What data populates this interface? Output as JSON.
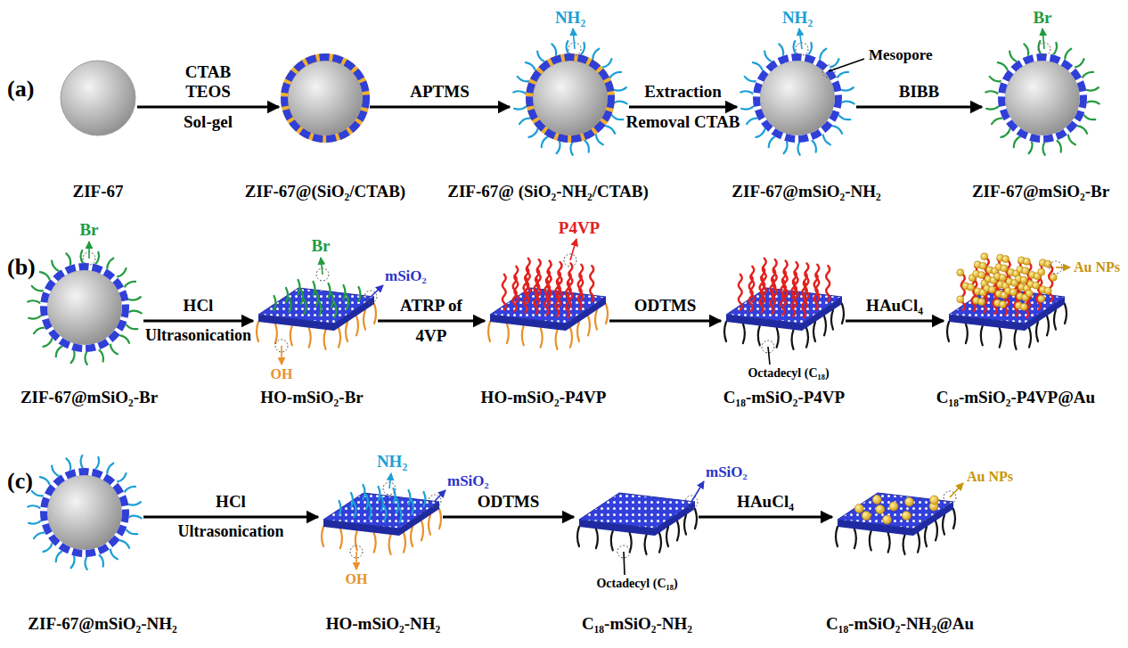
{
  "diagram": {
    "nodes": [
      {
        "text": [
          "ZIF-67"
        ]
      },
      {
        "text": [
          "ZIF-67@(SiO₂/CTAB)"
        ]
      },
      {
        "text": [
          "ZIF-67@ (SiO₂-NH₂/CTAB)"
        ]
      },
      {
        "text": [
          "ZIF-67@mSiO₂-NH₂"
        ]
      },
      {
        "text": [
          "ZIF-67@mSiO₂-Br"
        ]
      },
      {
        "text": [
          "ZIF-67@mSiO₂-Br"
        ]
      },
      {
        "text": [
          "HO-mSiO₂-Br"
        ]
      },
      {
        "text": [
          "HO-mSiO₂-P4VP"
        ]
      },
      {
        "text": [
          "C₁₈-mSiO₂-P4VP"
        ]
      },
      {
        "text": [
          "C₁₈-mSiO₂-P4VP@Au"
        ]
      },
      {
        "text": [
          "ZIF-67@mSiO₂-NH₂"
        ]
      },
      {
        "text": [
          "HO-mSiO₂-NH₂"
        ]
      },
      {
        "text": [
          "C₁₈-mSiO₂-NH₂"
        ]
      },
      {
        "text": [
          "C₁₈-mSiO₂-NH₂@Au"
        ]
      }
    ],
    "edges": [
      {
        "from": 0,
        "to": 1,
        "arrow": "to",
        "label": "CTAB TEOS"
      },
      {
        "from": 1,
        "to": 2,
        "arrow": "to",
        "label": "APTMS"
      },
      {
        "from": 2,
        "to": 3,
        "arrow": "to",
        "label": "Extraction"
      },
      {
        "from": 3,
        "to": 4,
        "arrow": "to",
        "label": "BIBB"
      },
      {
        "from": 5,
        "to": 6,
        "arrow": "to",
        "label": "HCl"
      },
      {
        "from": 6,
        "to": 7,
        "arrow": "to",
        "label": "ATRP of"
      },
      {
        "from": 7,
        "to": 8,
        "arrow": "to",
        "label": "ODTMS"
      },
      {
        "from": 8,
        "to": 9,
        "arrow": "to",
        "label": "HAuCl₄"
      },
      {
        "from": 10,
        "to": 11,
        "arrow": "to",
        "label": "HCl"
      },
      {
        "from": 11,
        "to": 12,
        "arrow": "to",
        "label": "ODTMS"
      },
      {
        "from": 12,
        "to": 13,
        "arrow": "to",
        "label": "HAuCl₄"
      }
    ],
    "labels": [
      "(a)",
      "NH₂",
      "NH₂",
      "Mesopore",
      "Br",
      "Sol-gel",
      "Removal CTAB",
      "(b)",
      "Br",
      "Br",
      "mSiO₂",
      "OH",
      "P4VP",
      "Octadecyl (C₁₈)",
      "Au NPs",
      "Ultrasonication",
      "4VP",
      "(c)",
      "NH₂",
      "mSiO₂",
      "OH",
      "mSiO₂",
      "Octadecyl (C₁₈)",
      "Au NPs",
      "Ultrasonication"
    ]
  }
}
